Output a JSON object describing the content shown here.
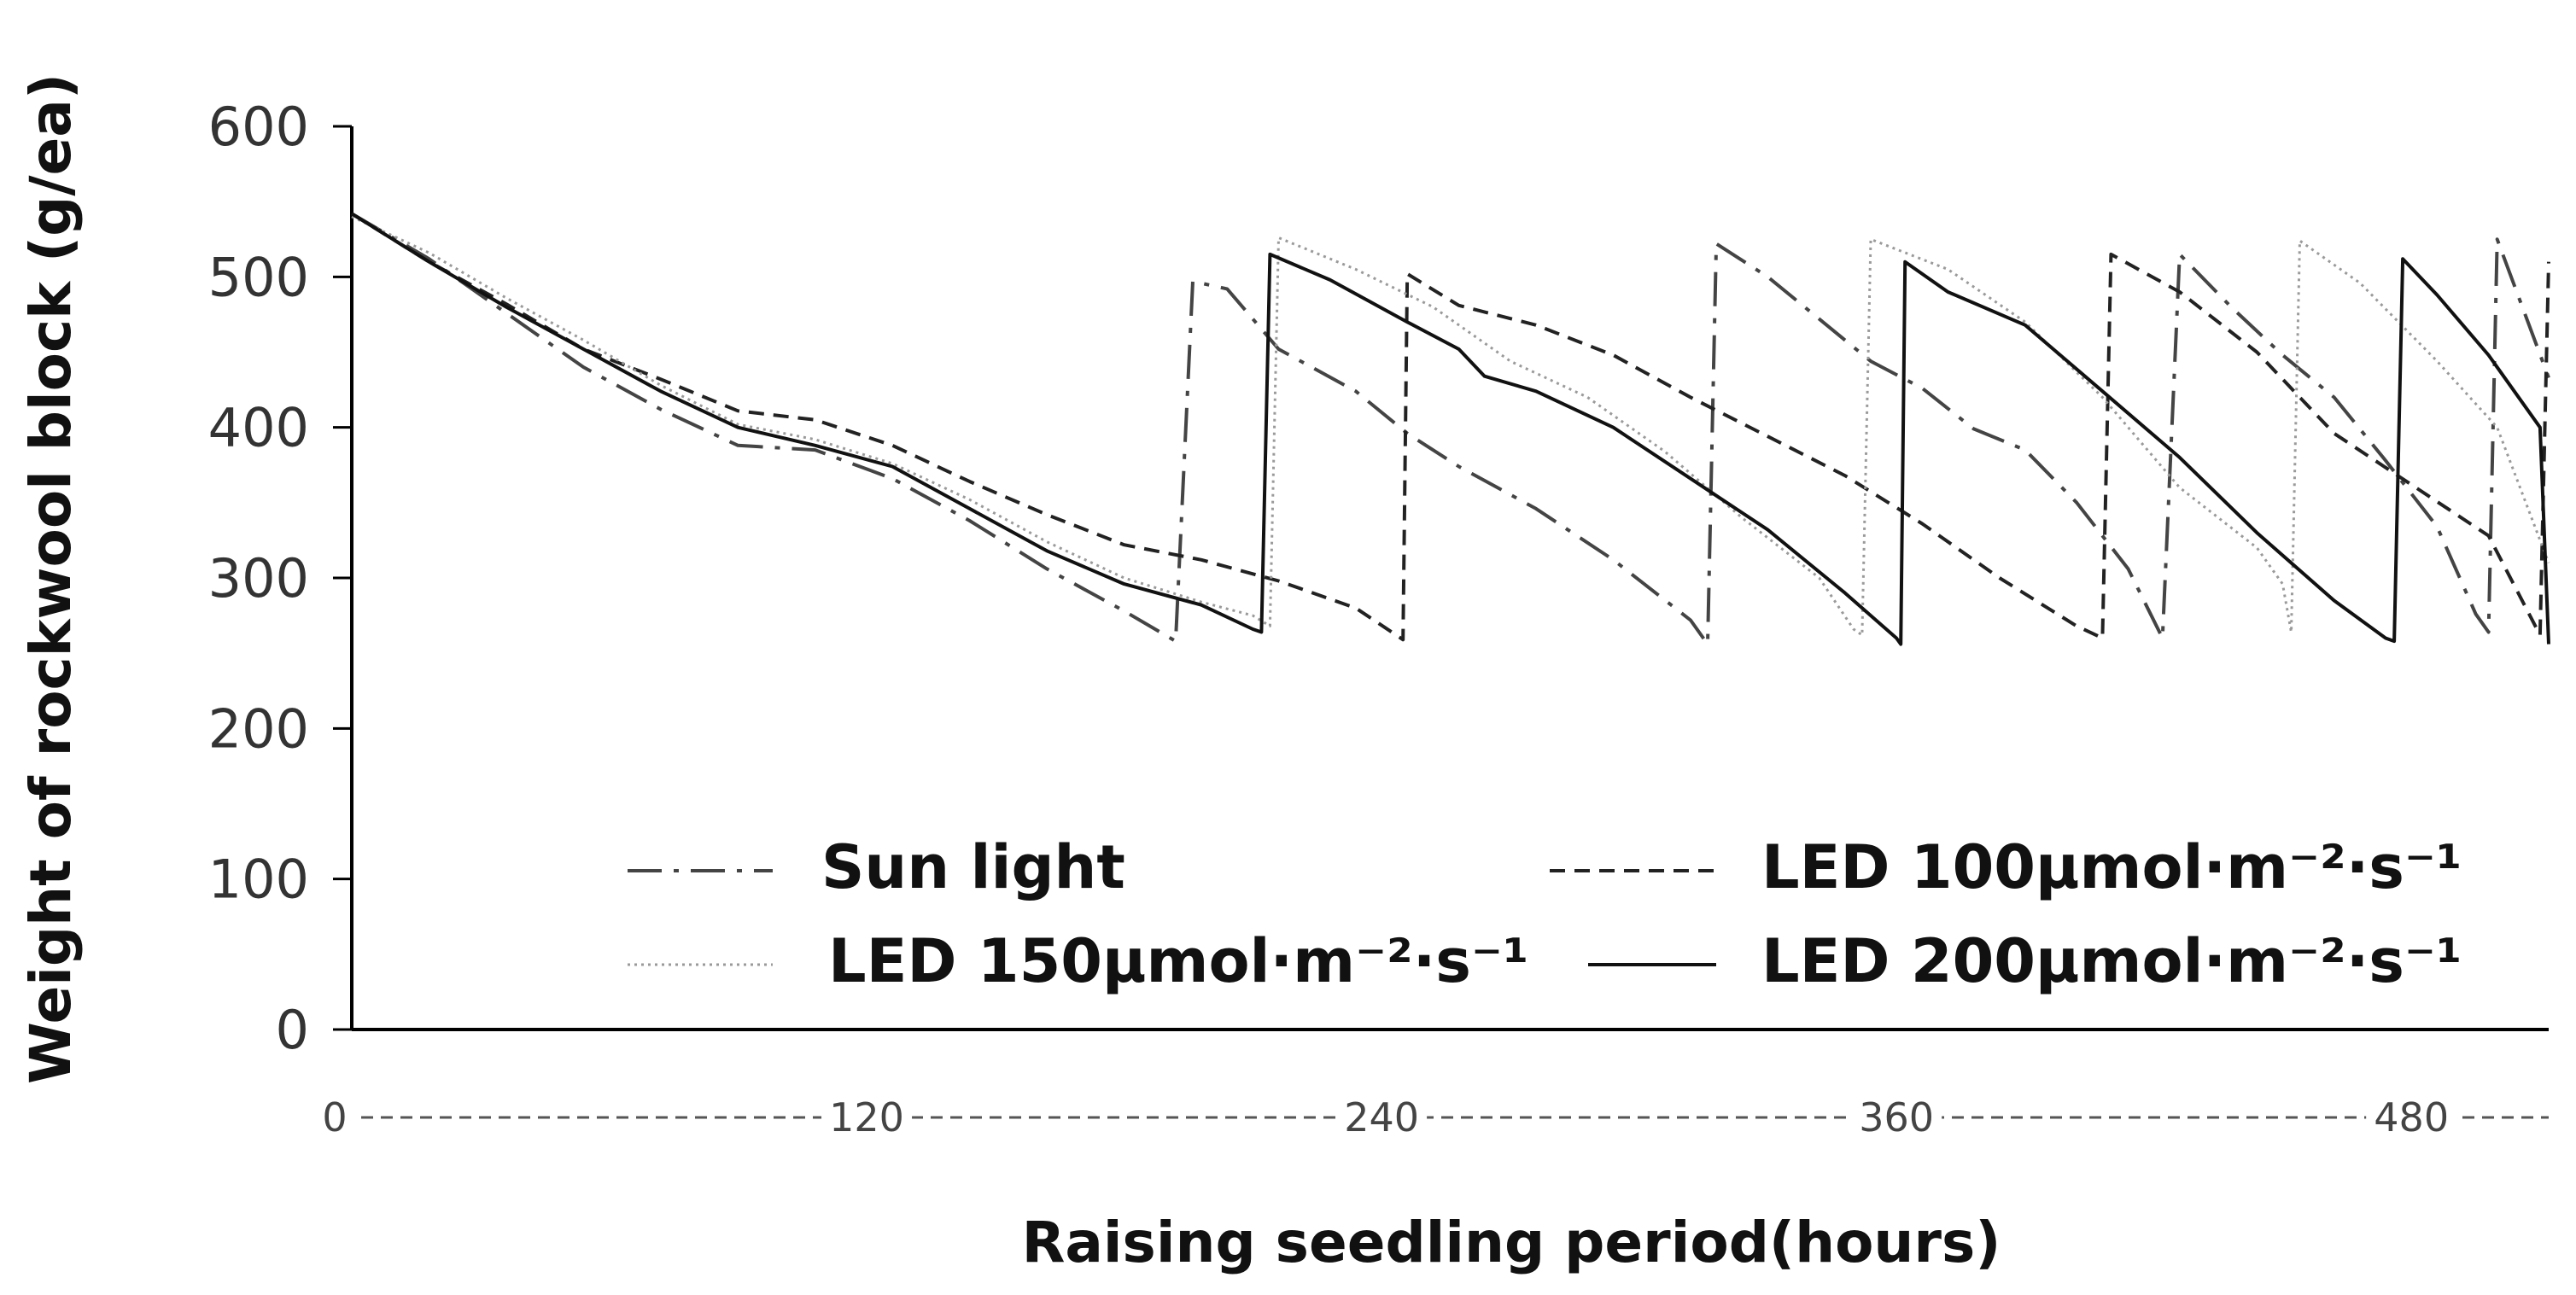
{
  "chart_data": {
    "type": "line",
    "xlabel": "Raising seedling period(hours)",
    "ylabel": "Weight of rockwool block (g/ea)",
    "xlim": [
      0,
      512
    ],
    "ylim": [
      0,
      600
    ],
    "y_ticks": [
      "0",
      "100",
      "200",
      "300",
      "400",
      "500",
      "600"
    ],
    "x_ticks": [
      {
        "value": 0,
        "label": "0"
      },
      {
        "value": 120,
        "label": "120"
      },
      {
        "value": 240,
        "label": "240"
      },
      {
        "value": 360,
        "label": "360"
      },
      {
        "value": 480,
        "label": "480"
      }
    ],
    "grid": false,
    "legend_position": "lower-center",
    "series": [
      {
        "name": "Sun light",
        "style": "dash-dot",
        "color": "#444444",
        "points": [
          [
            0,
            542
          ],
          [
            18,
            512
          ],
          [
            36,
            476
          ],
          [
            54,
            440
          ],
          [
            72,
            412
          ],
          [
            90,
            388
          ],
          [
            108,
            385
          ],
          [
            126,
            366
          ],
          [
            144,
            338
          ],
          [
            162,
            306
          ],
          [
            180,
            278
          ],
          [
            192,
            258
          ],
          [
            196,
            497
          ],
          [
            204,
            492
          ],
          [
            216,
            452
          ],
          [
            234,
            424
          ],
          [
            246,
            396
          ],
          [
            258,
            374
          ],
          [
            276,
            346
          ],
          [
            294,
            312
          ],
          [
            312,
            272
          ],
          [
            316,
            256
          ],
          [
            318,
            522
          ],
          [
            330,
            500
          ],
          [
            342,
            472
          ],
          [
            354,
            444
          ],
          [
            366,
            426
          ],
          [
            378,
            399
          ],
          [
            390,
            385
          ],
          [
            402,
            350
          ],
          [
            414,
            306
          ],
          [
            422,
            260
          ],
          [
            426,
            515
          ],
          [
            438,
            480
          ],
          [
            450,
            448
          ],
          [
            462,
            420
          ],
          [
            474,
            378
          ],
          [
            486,
            334
          ],
          [
            495,
            276
          ],
          [
            498,
            264
          ],
          [
            500,
            525
          ],
          [
            512,
            433
          ]
        ]
      },
      {
        "name": "LED 100μmol·m⁻²·s⁻¹",
        "style": "dashed",
        "color": "#222222",
        "points": [
          [
            0,
            542
          ],
          [
            18,
            510
          ],
          [
            36,
            482
          ],
          [
            54,
            452
          ],
          [
            72,
            432
          ],
          [
            90,
            411
          ],
          [
            108,
            405
          ],
          [
            126,
            388
          ],
          [
            144,
            364
          ],
          [
            162,
            342
          ],
          [
            180,
            322
          ],
          [
            198,
            312
          ],
          [
            216,
            298
          ],
          [
            234,
            280
          ],
          [
            245,
            259
          ],
          [
            246,
            502
          ],
          [
            258,
            481
          ],
          [
            276,
            468
          ],
          [
            294,
            448
          ],
          [
            312,
            420
          ],
          [
            330,
            394
          ],
          [
            348,
            368
          ],
          [
            366,
            336
          ],
          [
            384,
            300
          ],
          [
            402,
            268
          ],
          [
            408,
            260
          ],
          [
            410,
            515
          ],
          [
            426,
            490
          ],
          [
            444,
            450
          ],
          [
            462,
            396
          ],
          [
            480,
            362
          ],
          [
            498,
            328
          ],
          [
            510,
            262
          ],
          [
            512,
            510
          ]
        ]
      },
      {
        "name": "LED 150μmol·m⁻²·s⁻¹",
        "style": "dotted",
        "color": "#9a9a9a",
        "points": [
          [
            0,
            540
          ],
          [
            18,
            516
          ],
          [
            36,
            486
          ],
          [
            54,
            458
          ],
          [
            72,
            428
          ],
          [
            90,
            402
          ],
          [
            108,
            392
          ],
          [
            126,
            376
          ],
          [
            144,
            352
          ],
          [
            162,
            324
          ],
          [
            180,
            300
          ],
          [
            198,
            284
          ],
          [
            210,
            275
          ],
          [
            214,
            268
          ],
          [
            216,
            526
          ],
          [
            234,
            505
          ],
          [
            252,
            480
          ],
          [
            270,
            444
          ],
          [
            288,
            420
          ],
          [
            306,
            384
          ],
          [
            324,
            340
          ],
          [
            342,
            300
          ],
          [
            350,
            266
          ],
          [
            352,
            262
          ],
          [
            354,
            525
          ],
          [
            372,
            505
          ],
          [
            390,
            470
          ],
          [
            408,
            420
          ],
          [
            426,
            360
          ],
          [
            444,
            320
          ],
          [
            450,
            296
          ],
          [
            452,
            264
          ],
          [
            454,
            524
          ],
          [
            468,
            496
          ],
          [
            486,
            444
          ],
          [
            500,
            400
          ],
          [
            512,
            310
          ]
        ]
      },
      {
        "name": "LED 200μmol·m⁻²·s⁻¹",
        "style": "solid",
        "color": "#111111",
        "points": [
          [
            0,
            542
          ],
          [
            18,
            510
          ],
          [
            36,
            480
          ],
          [
            54,
            452
          ],
          [
            72,
            424
          ],
          [
            90,
            400
          ],
          [
            108,
            388
          ],
          [
            126,
            374
          ],
          [
            144,
            346
          ],
          [
            162,
            318
          ],
          [
            180,
            296
          ],
          [
            198,
            282
          ],
          [
            210,
            266
          ],
          [
            212,
            264
          ],
          [
            214,
            515
          ],
          [
            228,
            498
          ],
          [
            246,
            470
          ],
          [
            258,
            452
          ],
          [
            264,
            434
          ],
          [
            276,
            424
          ],
          [
            294,
            400
          ],
          [
            312,
            366
          ],
          [
            330,
            332
          ],
          [
            348,
            290
          ],
          [
            360,
            260
          ],
          [
            361,
            256
          ],
          [
            362,
            510
          ],
          [
            372,
            490
          ],
          [
            390,
            468
          ],
          [
            408,
            424
          ],
          [
            426,
            380
          ],
          [
            444,
            330
          ],
          [
            462,
            285
          ],
          [
            474,
            260
          ],
          [
            476,
            258
          ],
          [
            478,
            512
          ],
          [
            486,
            488
          ],
          [
            498,
            448
          ],
          [
            510,
            400
          ],
          [
            512,
            256
          ]
        ]
      }
    ]
  }
}
